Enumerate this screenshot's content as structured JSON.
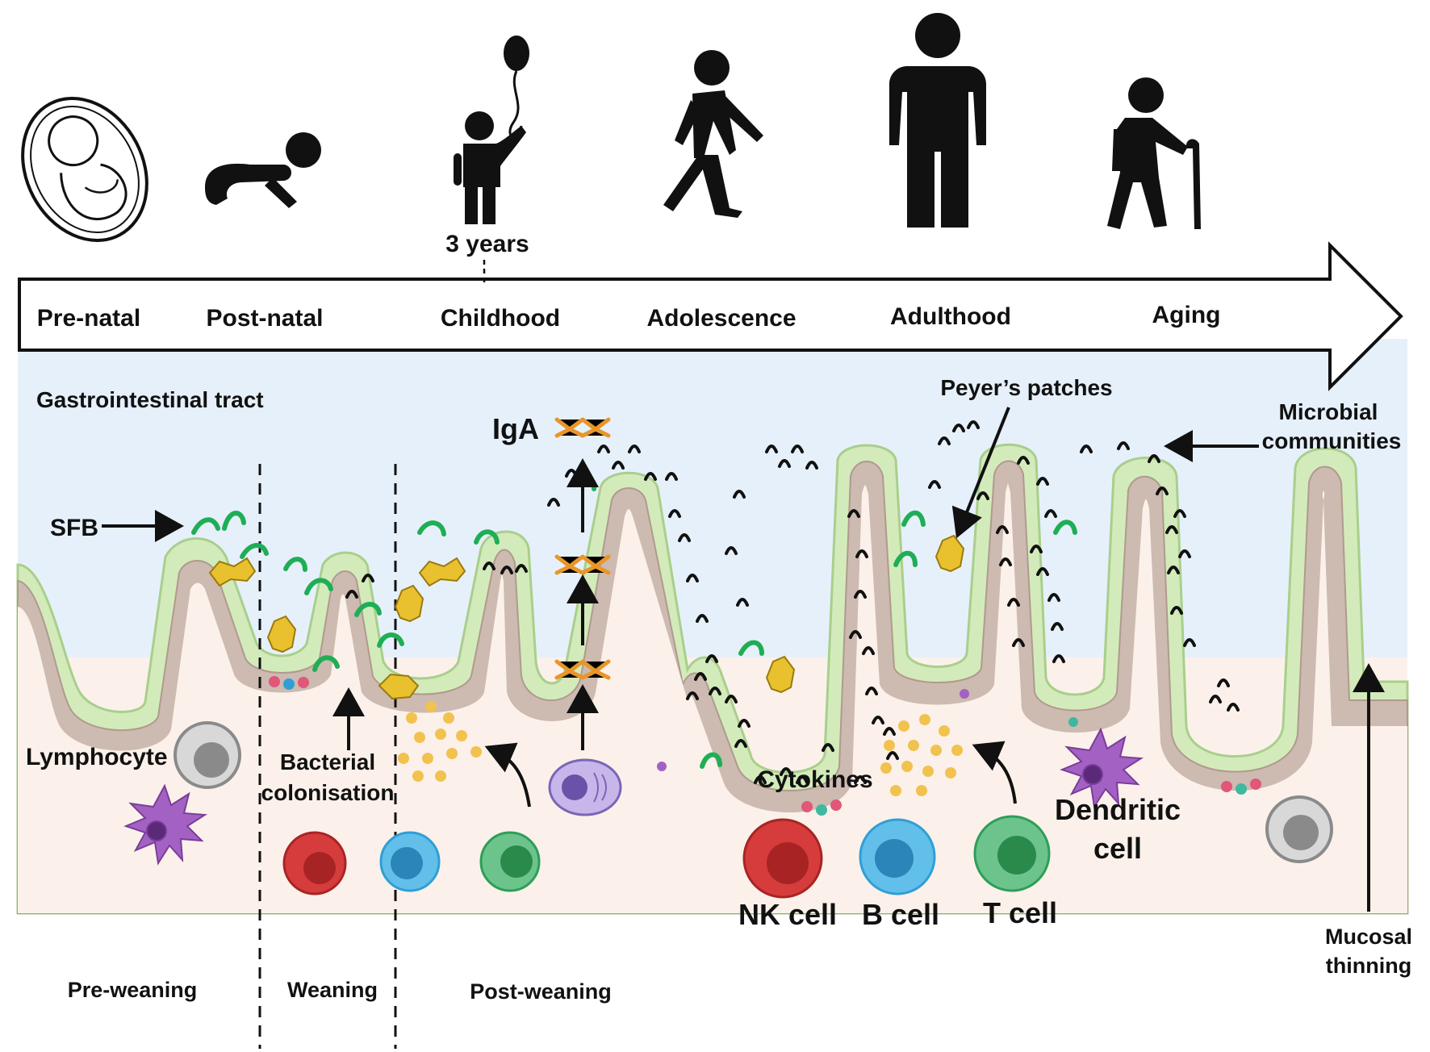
{
  "timeline": {
    "stages": [
      "Pre-natal",
      "Post-natal",
      "Childhood",
      "Adolescence",
      "Adulthood",
      "Aging"
    ],
    "marker": "3 years"
  },
  "gut": {
    "region_label": "Gastrointestinal tract",
    "labels": {
      "sfb": "SFB",
      "iga": "IgA",
      "peyers": "Peyer’s patches",
      "microbial_line1": "Microbial",
      "microbial_line2": "communities",
      "lymphocyte": "Lymphocyte",
      "bacterial_line1": "Bacterial",
      "bacterial_line2": "colonisation",
      "cytokines": "Cytokines",
      "dendritic_line1": "Dendritic",
      "dendritic_line2": "cell",
      "nk_cell": "NK cell",
      "b_cell": "B cell",
      "t_cell": "T cell",
      "mucosal_line1": "Mucosal",
      "mucosal_line2": "thinning"
    },
    "phases": [
      "Pre-weaning",
      "Weaning",
      "Post-weaning"
    ]
  },
  "colors": {
    "lumen": "#e6f0fa",
    "tissue": "#fbf1ea",
    "mucus": "#d3ebbb",
    "epithelium": "#cdbab0",
    "sfb": "#1fae55",
    "peyers": "#e9c12e",
    "nk": "#d63c3c",
    "bcell": "#2f9fd6",
    "tcell": "#2e9e58",
    "dendritic": "#a461c4",
    "lymphocyte": "#8a8a8a",
    "cytokine": "#f2c24e",
    "iga": "#e8962a"
  }
}
